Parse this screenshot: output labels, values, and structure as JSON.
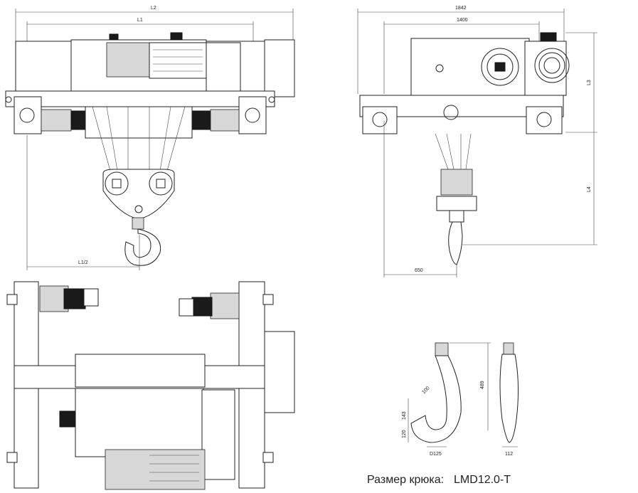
{
  "front_view": {
    "dim_l2": "L2",
    "dim_l1": "L1",
    "dim_l1_half": "L1/2"
  },
  "side_view": {
    "dim_1842": "1842",
    "dim_1400": "1400",
    "dim_650": "650",
    "dim_l3": "L3",
    "dim_l4": "L4"
  },
  "hook_detail": {
    "dim_489": "489",
    "dim_143": "143",
    "dim_120": "120",
    "dim_d125": "D125",
    "dim_100": "100",
    "dim_112": "112"
  },
  "caption": {
    "label": "Размер крюка:",
    "model": "LMD12.0-T"
  }
}
